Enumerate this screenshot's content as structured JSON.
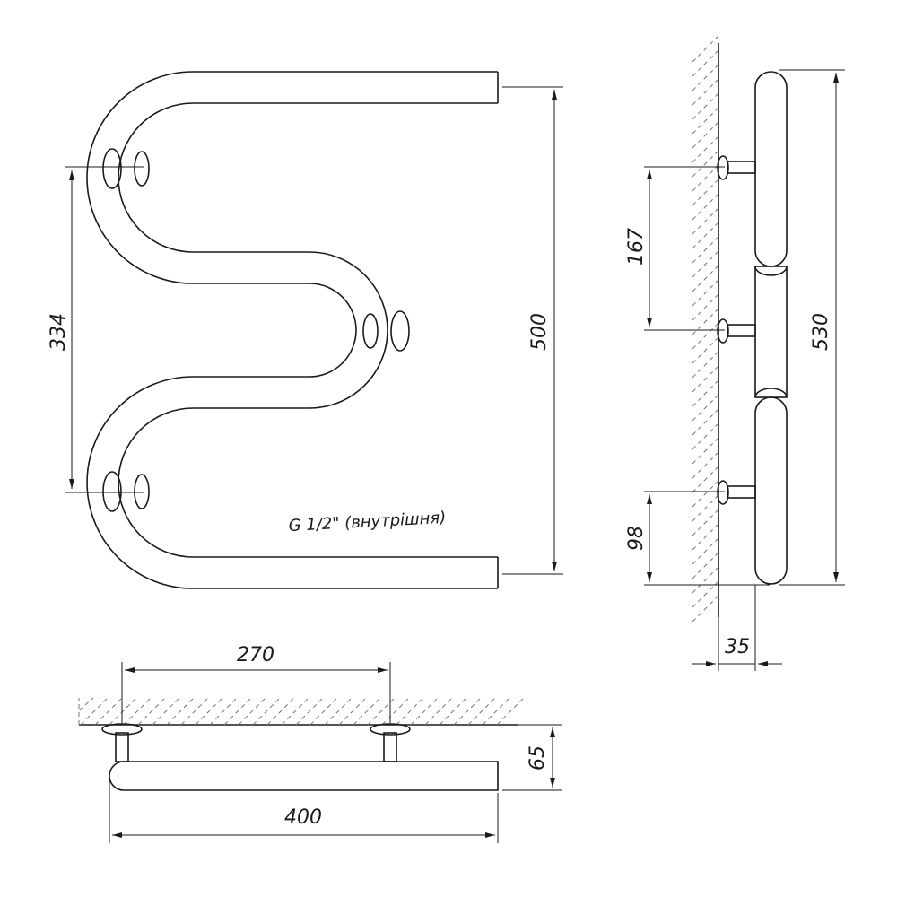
{
  "note": "G 1/2\" (внутрішня)",
  "dimensions": {
    "front_mount_spacing": "334",
    "front_height": "500",
    "side_mount_spacing": "167",
    "side_total_height": "530",
    "side_bottom_offset": "98",
    "side_wall_depth": "35",
    "top_mount_spacing": "270",
    "top_depth": "65",
    "top_width": "400"
  },
  "colors": {
    "line": "#1a1a1a",
    "hatch": "#777777",
    "background": "#ffffff"
  }
}
